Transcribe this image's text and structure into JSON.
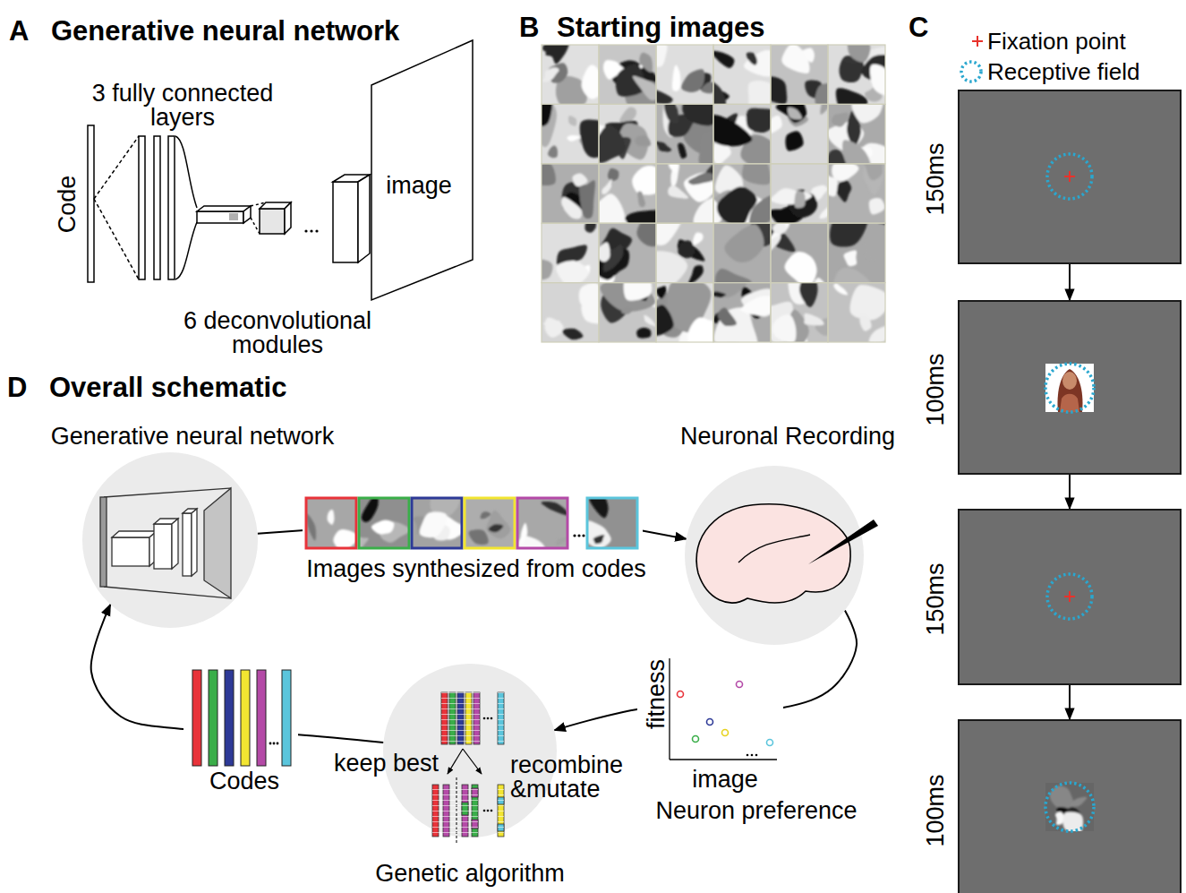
{
  "diagram": {
    "nodes": [
      {
        "text": [
          "150ms"
        ]
      },
      {
        "text": [
          "100ms"
        ]
      },
      {
        "text": [
          "150ms"
        ]
      },
      {
        "text": [
          "100ms"
        ]
      },
      {
        "text": [
          "Generative neural network"
        ]
      },
      {
        "text": [
          "Neuronal Recording"
        ]
      },
      {
        "text": [
          "Genetic algorithm"
        ]
      }
    ],
    "edges": [
      {
        "from": 0,
        "to": 1,
        "arrow": "to"
      },
      {
        "from": 1,
        "to": 2,
        "arrow": "to"
      },
      {
        "from": 2,
        "to": 3,
        "arrow": "to"
      },
      {
        "from": 4,
        "to": 5,
        "arrow": "to"
      },
      {
        "from": 5,
        "to": 6,
        "arrow": "to"
      },
      {
        "from": 6,
        "to": 4,
        "arrow": "to"
      }
    ],
    "labels": [
      "A",
      "Generative neural network",
      "3 fully connected layers",
      "Code",
      "6 deconvolutional modules",
      "image",
      "B",
      "Starting images",
      "C",
      "D",
      "Overall schematic",
      "Images synthesized from codes",
      "fitness",
      "image",
      "Neuron preference",
      "keep best",
      "recombine &mutate",
      "Codes"
    ],
    "legend": [
      {
        "text": "Fixation point"
      },
      {
        "text": "Receptive field"
      }
    ]
  }
}
